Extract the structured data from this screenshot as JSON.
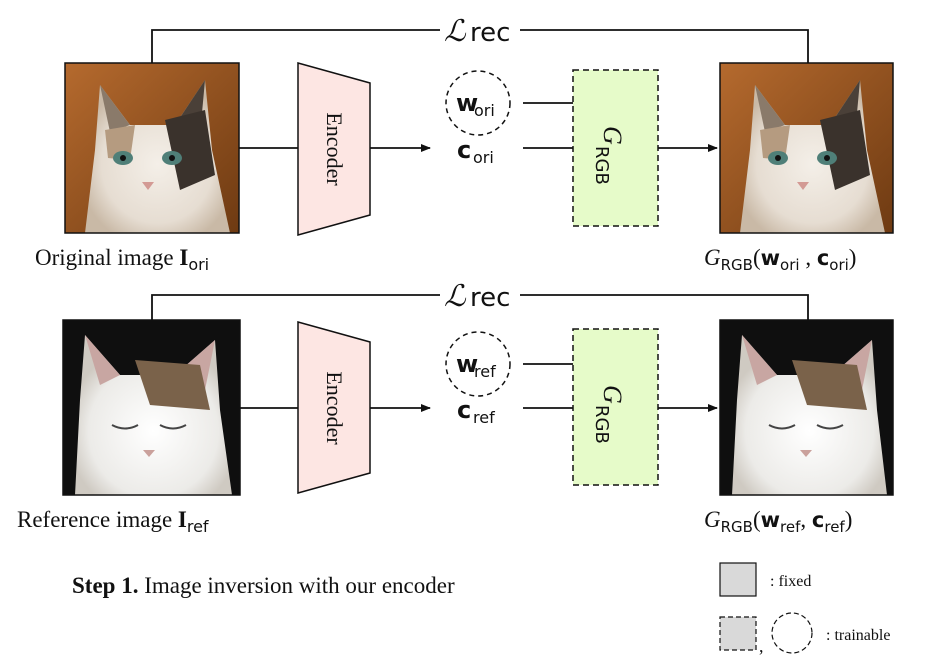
{
  "row_top": {
    "loss_label": "ℒ",
    "loss_sub": "rec",
    "encoder_label": "Encoder",
    "latent_w": "w",
    "latent_w_sub": "ori",
    "latent_c": "c",
    "latent_c_sub": "ori",
    "generator_label": "G",
    "generator_sub": "RGB",
    "input_caption_prefix": "Original image ",
    "input_caption_symbol": "I",
    "input_caption_sub": "ori",
    "output_caption_G": "G",
    "output_caption_G_sub": "RGB",
    "output_caption_w": "w",
    "output_caption_w_sub": "ori",
    "output_caption_c": "c",
    "output_caption_c_sub": "ori"
  },
  "row_bottom": {
    "loss_label": "ℒ",
    "loss_sub": "rec",
    "encoder_label": "Encoder",
    "latent_w": "w",
    "latent_w_sub": "ref",
    "latent_c": "c",
    "latent_c_sub": "ref",
    "generator_label": "G",
    "generator_sub": "RGB",
    "input_caption_prefix": "Reference image ",
    "input_caption_symbol": "I",
    "input_caption_sub": "ref",
    "output_caption_G": "G",
    "output_caption_G_sub": "RGB",
    "output_caption_w": "w",
    "output_caption_w_sub": "ref",
    "output_caption_c": "c",
    "output_caption_c_sub": "ref"
  },
  "footer": {
    "step_bold": "Step 1.",
    "step_text": " Image inversion with our encoder"
  },
  "legend": {
    "fixed_label": ": fixed",
    "trainable_label": ": trainable",
    "comma": ","
  },
  "colors": {
    "encoder_fill": "#fde6e3",
    "generator_fill": "#e6fbc9",
    "legend_fill": "#d9d9d9",
    "line": "#111111"
  }
}
